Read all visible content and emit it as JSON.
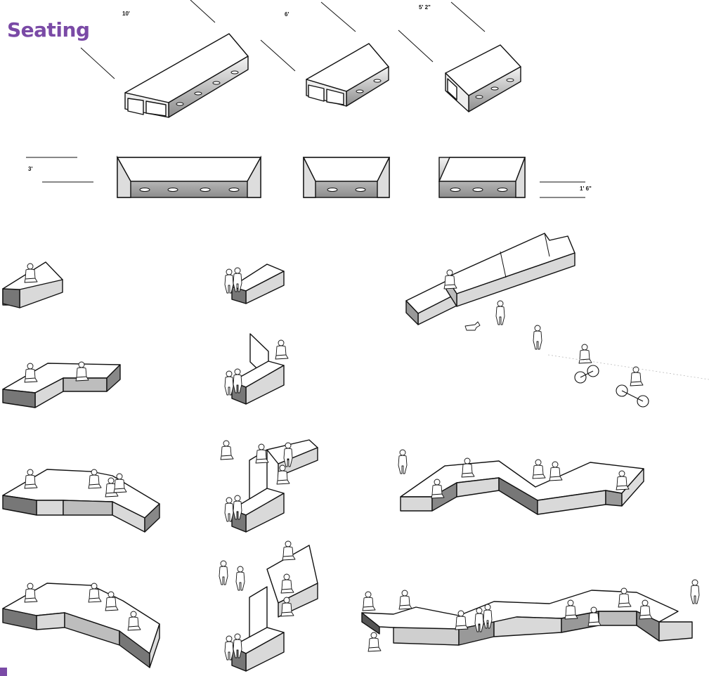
{
  "title": "Seating",
  "dimensions": {
    "length_long": "10'",
    "length_medium": "6'",
    "length_short": "5' 2\"",
    "width": "3'",
    "height": "1' 6\""
  },
  "colors": {
    "accent": "#7a4aa6",
    "line": "#111111",
    "top_face": "#ffffff",
    "side_light": "#d9d9d9",
    "side_dark": "#8a8a8a"
  },
  "icons": [
    "person-silhouette",
    "dog-silhouette",
    "bicycle-silhouette"
  ]
}
